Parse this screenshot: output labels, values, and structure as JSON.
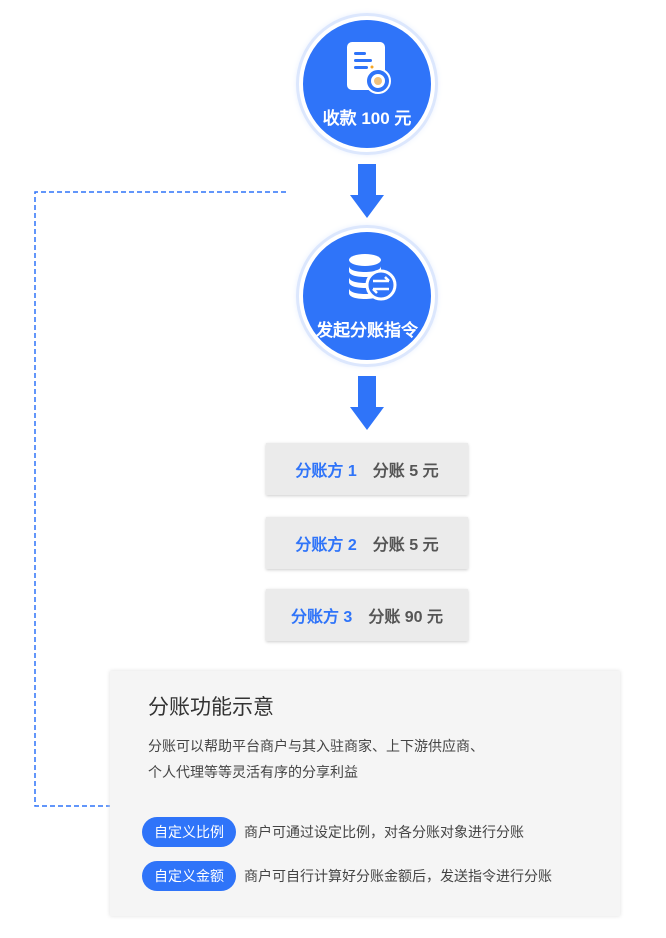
{
  "flow": {
    "step1": {
      "label": "收款 100 元",
      "icon": "receipt-coin-icon"
    },
    "step2": {
      "label": "发起分账指令",
      "icon": "database-transfer-icon"
    },
    "recipients": [
      {
        "party": "分账方 1",
        "amount": "分账 5 元"
      },
      {
        "party": "分账方 2",
        "amount": "分账 5 元"
      },
      {
        "party": "分账方 3",
        "amount": "分账 90 元"
      }
    ]
  },
  "info": {
    "title": "分账功能示意",
    "desc_line1": "分账可以帮助平台商户与其入驻商家、上下游供应商、",
    "desc_line2": "个人代理等等灵活有序的分享利益",
    "features": [
      {
        "tag": "自定义比例",
        "text": "商户可通过设定比例，对各分账对象进行分账"
      },
      {
        "tag": "自定义金额",
        "text": "商户可自行计算好分账金额后，发送指令进行分账"
      }
    ]
  },
  "colors": {
    "accent": "#2f74f9"
  }
}
